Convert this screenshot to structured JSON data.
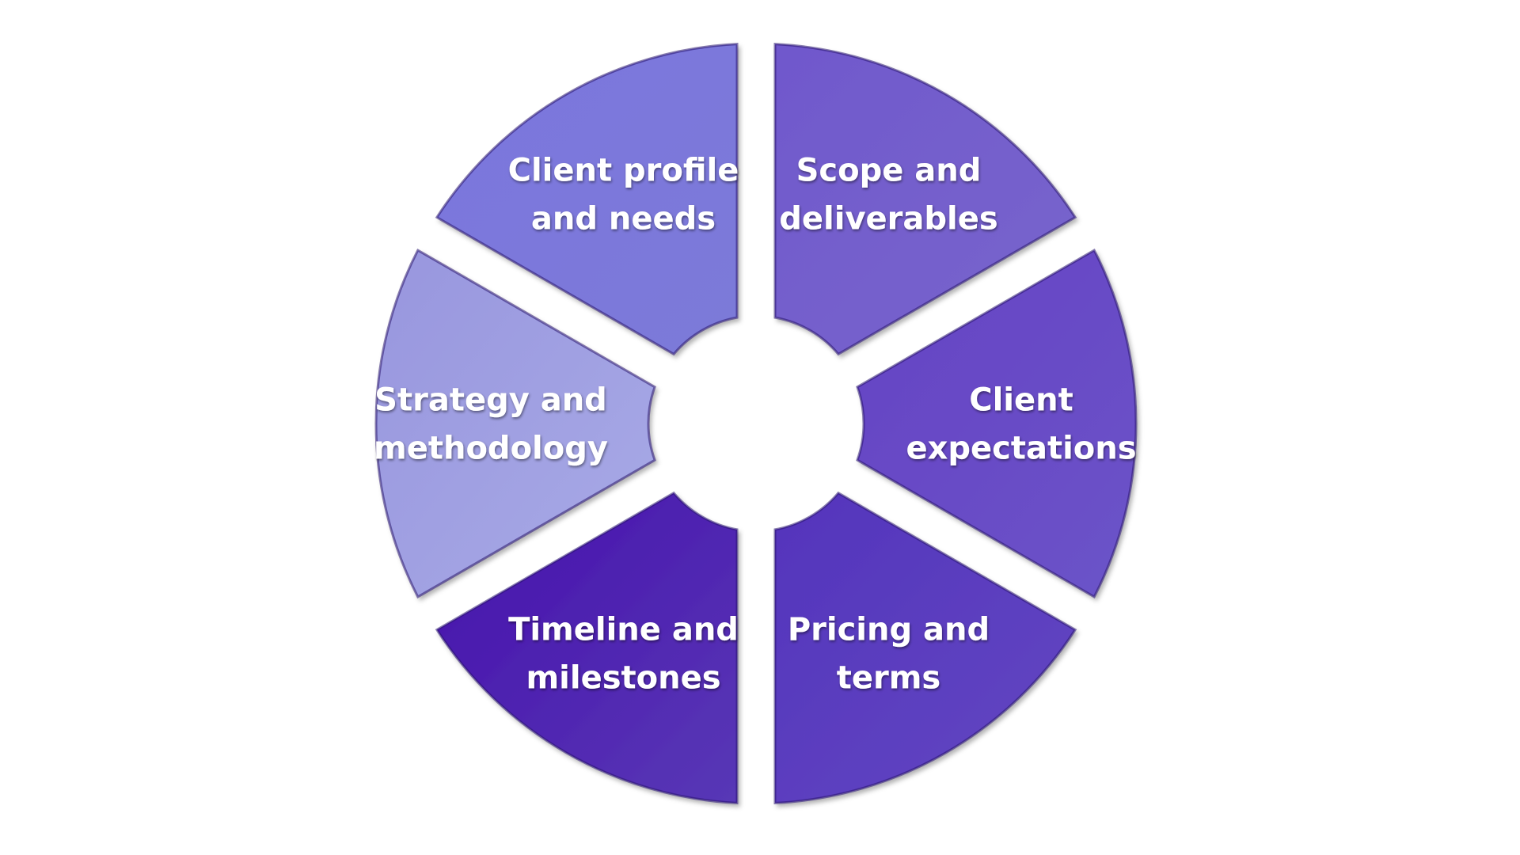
{
  "diagram": {
    "type": "segmented-wheel",
    "segments": [
      {
        "lines": [
          "Client profile",
          "and needs"
        ],
        "color": "#7a76de",
        "color2": "#7c7ad8"
      },
      {
        "lines": [
          "Scope and",
          "deliverables"
        ],
        "color": "#7058cc",
        "color2": "#7866cc"
      },
      {
        "lines": [
          "Client",
          "expectations"
        ],
        "color": "#6442c4",
        "color2": "#6c54c8"
      },
      {
        "lines": [
          "Pricing and",
          "terms"
        ],
        "color": "#5434bc",
        "color2": "#6248c2"
      },
      {
        "lines": [
          "Timeline and",
          "milestones"
        ],
        "color": "#4610ac",
        "color2": "#5838b6"
      },
      {
        "lines": [
          "Strategy and",
          "methodology"
        ],
        "color": "#9896de",
        "color2": "#a8aae6"
      }
    ]
  }
}
